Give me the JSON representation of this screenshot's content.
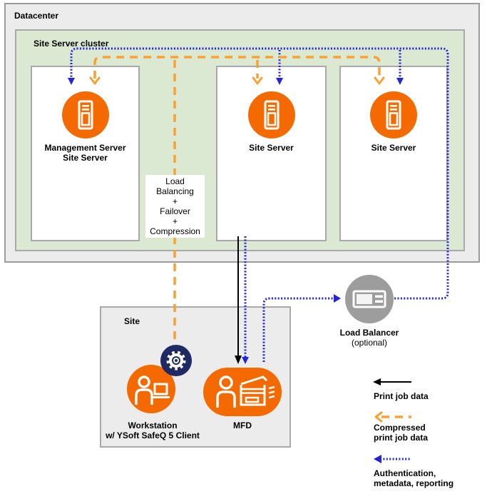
{
  "datacenter": {
    "label": "Datacenter"
  },
  "cluster": {
    "label": "Site Server cluster",
    "servers": [
      {
        "label_lines": [
          "Management Server",
          "Site Server"
        ]
      },
      {
        "label_lines": [
          "Site Server"
        ]
      },
      {
        "label_lines": [
          "Site Server"
        ]
      }
    ],
    "load_balancing_box": {
      "lines": [
        "Load",
        "Balancing",
        "+",
        "Failover",
        "+",
        "Compression"
      ]
    }
  },
  "site": {
    "label": "Site",
    "workstation": {
      "label_lines": [
        "Workstation",
        "w/ YSoft SafeQ 5 Client"
      ]
    },
    "mfd": {
      "label": "MFD"
    }
  },
  "load_balancer": {
    "label": "Load Balancer",
    "sublabel": "(optional)"
  },
  "legend": {
    "items": [
      {
        "style": "solid-black",
        "label_lines": [
          "Print job data"
        ]
      },
      {
        "style": "dashed-orange",
        "label_lines": [
          "Compressed",
          "print job data"
        ]
      },
      {
        "style": "dotted-blue",
        "label_lines": [
          "Authentication,",
          "metadata, reporting"
        ]
      }
    ]
  },
  "icons": {
    "server": "server-tower",
    "workstation": "person-with-laptop",
    "gear_badge": "gear",
    "mfd": "person-with-printer",
    "load_balancer": "network-appliance"
  },
  "colors": {
    "node_orange": "#F56A00",
    "line_orange": "#F9A133",
    "line_blue": "#2424DC",
    "line_black": "#000000",
    "badge_navy": "#1F2A64",
    "cluster_green": "#DCE9D2",
    "container_gray": "#ECECEC",
    "lb_gray": "#9D9D9D"
  }
}
